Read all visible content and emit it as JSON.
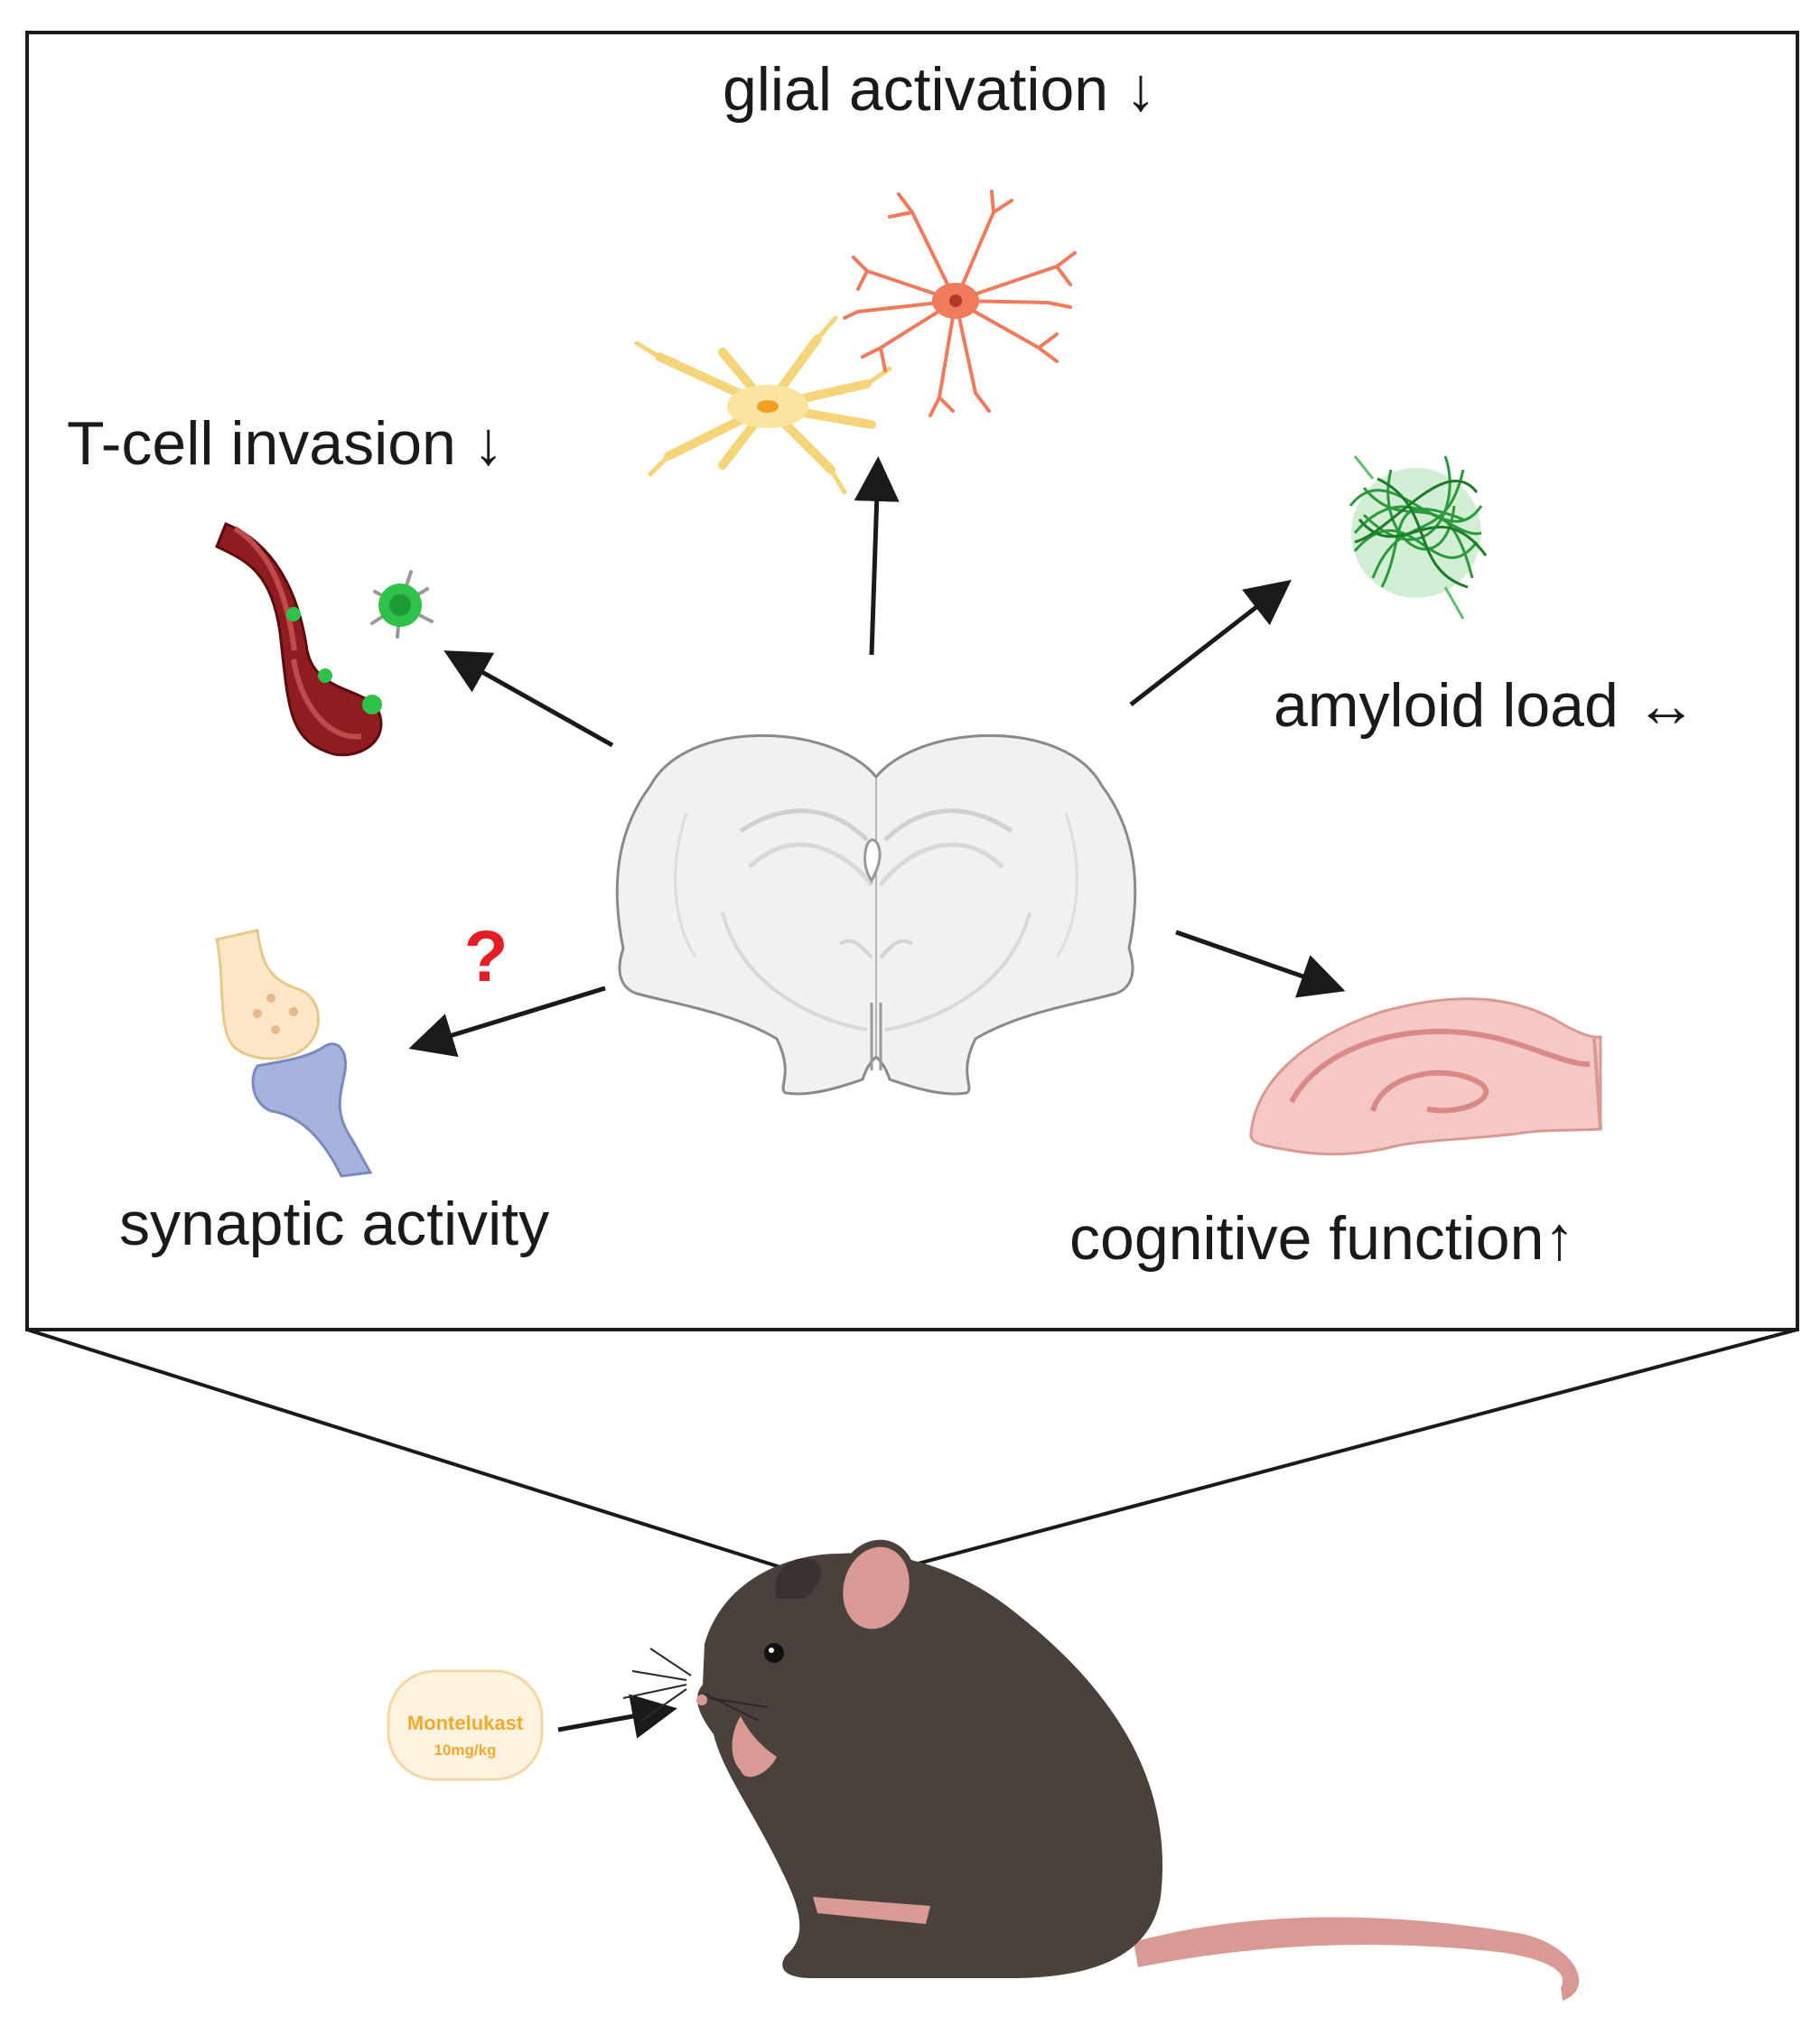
{
  "labels": {
    "glial": "glial activation ↓",
    "tcell": "T-cell invasion ↓",
    "amyloid": "amyloid load ↔",
    "synaptic": "synaptic activity",
    "cognitive": "cognitive function↑",
    "question": "?"
  },
  "drug": {
    "name": "Montelukast",
    "dose": "10mg/kg"
  },
  "colors": {
    "frame": "#1a1a1a",
    "arrow": "#1a1a1a",
    "question": "#e31e24",
    "drug_text": "#f2a92c",
    "drug_pill": "#fdf3e0",
    "mouse_body": "#4a403c",
    "mouse_pink": "#d99a94",
    "neuron_yellow": "#fbe3a0",
    "neuron_orange": "#f07a5c",
    "amyloid_green": "#2a9a3a",
    "vessel_red": "#8e1c20",
    "tcell_green": "#2ec24a",
    "synapse_pre": "#fbe6c6",
    "synapse_post": "#a6b4dc",
    "hippocampus": "#f4c8c4",
    "brain_fill": "#f1f1f1"
  }
}
